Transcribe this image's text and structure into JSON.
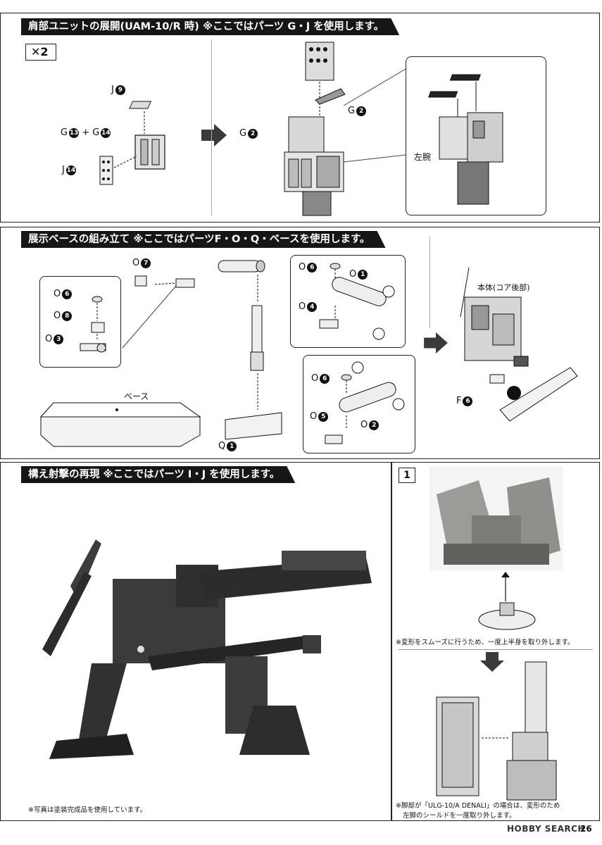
{
  "section1": {
    "header": "肩部ユニットの展開(UAM-10/R 時) ※ここではパーツ G・J を使用します。",
    "multiplier": "✕2",
    "parts": {
      "j9": {
        "letter": "J",
        "num": "9"
      },
      "g13": {
        "letter": "G",
        "num": "13"
      },
      "plus": "+",
      "g14": {
        "letter": "G",
        "num": "14"
      },
      "j14": {
        "letter": "J",
        "num": "14"
      },
      "g2a": {
        "letter": "G",
        "num": "2"
      },
      "g2b": {
        "letter": "G",
        "num": "2"
      }
    },
    "left_arm_label": "左腕"
  },
  "section2": {
    "header": "展示ベースの組み立て ※ここではパーツF・O・Q・ベースを使用します。",
    "parts": {
      "o7": {
        "letter": "O",
        "num": "7"
      },
      "o6a": {
        "letter": "O",
        "num": "6"
      },
      "o8": {
        "letter": "O",
        "num": "8"
      },
      "o3": {
        "letter": "O",
        "num": "3"
      },
      "o6b": {
        "letter": "O",
        "num": "6"
      },
      "o1": {
        "letter": "O",
        "num": "1"
      },
      "o4": {
        "letter": "O",
        "num": "4"
      },
      "o6c": {
        "letter": "O",
        "num": "6"
      },
      "o5": {
        "letter": "O",
        "num": "5"
      },
      "o2": {
        "letter": "O",
        "num": "2"
      },
      "q1": {
        "letter": "Q",
        "num": "1"
      },
      "f6": {
        "letter": "F",
        "num": "6"
      }
    },
    "base_label": "ベース",
    "body_label": "本体(コア後部)"
  },
  "section3": {
    "header": "構え射撃の再現 ※ここではパーツ I・J を使用します。",
    "photo_note": "※写真は塗装完成品を使用しています。"
  },
  "step1": {
    "number": "1",
    "note1": "※変形をスムーズに行うため、一度上半身を取り外します。",
    "note2_line1": "※脚部が「ULG-10/A DENALI」の場合は、変形のため",
    "note2_line2": "左脚のシールドを一度取り外します。"
  },
  "watermark": "HOBBY SEARCH",
  "page_number": "26"
}
